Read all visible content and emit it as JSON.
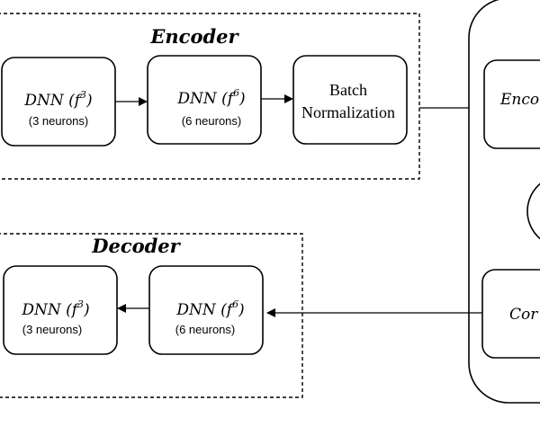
{
  "encoder": {
    "title": "Encoder",
    "dnn1": {
      "label": "DNN (f",
      "sup": "3",
      "close": ")",
      "sub": "(3 neurons)"
    },
    "dnn2": {
      "label": "DNN (f",
      "sup": "6",
      "close": ")",
      "sub": "(6 neurons)"
    },
    "batchnorm": {
      "line1": "Batch",
      "line2": "Normalization"
    }
  },
  "decoder": {
    "title": "Decoder",
    "dnn1": {
      "label": "DNN (f",
      "sup": "3",
      "close": ")",
      "sub": "(3 neurons)"
    },
    "dnn2": {
      "label": "DNN (f",
      "sup": "6",
      "close": ")",
      "sub": "(6 neurons)"
    }
  },
  "right_panel": {
    "top_block_text": "Enco",
    "bottom_block_text": "Cor"
  }
}
